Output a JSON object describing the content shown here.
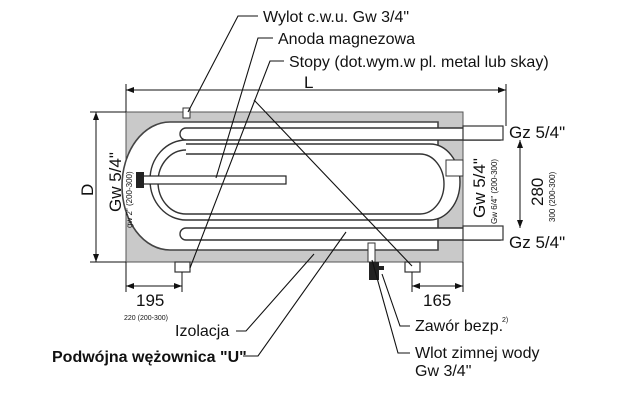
{
  "labels": {
    "wylot": "Wylot c.w.u. Gw 3/4\"",
    "anoda": "Anoda magnezowa",
    "stopy": "Stopy (dot.wym.w pl. metal lub skay)",
    "izolacja": "Izolacja",
    "wezownica": "Podwójna wężownica \"U\"",
    "zawor": "Zawór bezp.",
    "zawor_sup": "2)",
    "wlot_line1": "Wlot zimnej wody",
    "wlot_line2": "Gw 3/4\""
  },
  "dimensions": {
    "L": "L",
    "D": "D",
    "gw_left": "Gw 5/4\"",
    "gw_left_small": "gw 2\" (200-300)",
    "gw_right": "Gw 5/4\"",
    "gw_right_small": "Gw 6/4\" (200-300)",
    "gz_top": "Gz 5/4\"",
    "gz_bottom": "Gz 5/4\"",
    "h280": "280",
    "h280_small": "300 (200-300)",
    "w195": "195",
    "w195_small": "220 (200-300)",
    "w165": "165"
  },
  "colors": {
    "tank_fill": "#c9c9c9",
    "line": "#111111",
    "coil_stroke": "#333333"
  }
}
